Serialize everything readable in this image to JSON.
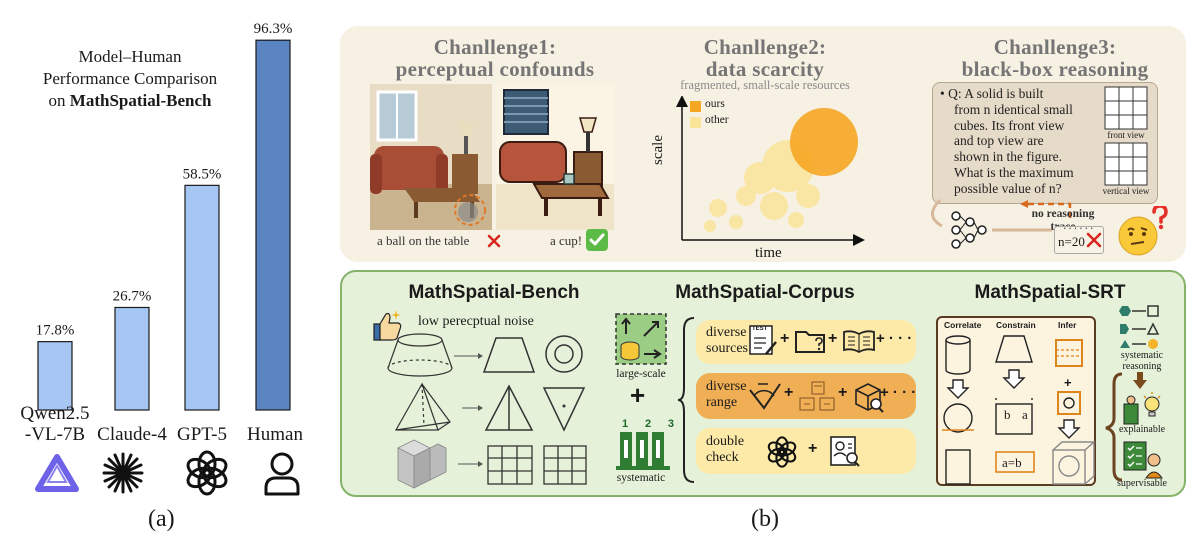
{
  "panel_a": {
    "subtitle_line1": "Model–Human",
    "subtitle_line2": "Performance Comparison",
    "subtitle_line3_prefix": "on",
    "subtitle_line3_bold": "MathSpatial-Bench",
    "caption": "(a)",
    "icons": [
      "qwen-logo-icon",
      "claude-logo-icon",
      "openai-logo-icon",
      "person-icon"
    ]
  },
  "chart_data": {
    "type": "bar",
    "categories": [
      "Qwen2.5\n-VL-7B",
      "Claude-4",
      "GPT-5",
      "Human"
    ],
    "values": [
      17.8,
      26.7,
      58.5,
      96.3
    ],
    "data_labels": [
      "17.8%",
      "26.7%",
      "58.5%",
      "96.3%"
    ],
    "ylim": [
      0,
      100
    ],
    "grid": false,
    "colors": [
      "#a6c6f3",
      "#a6c6f3",
      "#a6c6f3",
      "#5a84c2"
    ],
    "title": "",
    "xlabel": "",
    "ylabel": ""
  },
  "panel_b": {
    "caption": "(b)",
    "challenge1": {
      "title_line1": "Chanllenge1:",
      "title_line2": "perceptual confounds",
      "left_caption": "a ball on the table",
      "right_caption": "a cup!"
    },
    "challenge2": {
      "title_line1": "Chanllenge2:",
      "title_line2": "data scarcity",
      "subtitle": "fragmented, small-scale resources",
      "legend_ours": "ours",
      "legend_other": "other",
      "ylabel": "scale",
      "xlabel": "time",
      "color_ours": "#f5a623",
      "color_other": "#fae49a"
    },
    "challenge3": {
      "title_line1": "Chanllenge3:",
      "title_line2": "black-box reasoning",
      "question_lines": [
        "• Q: A solid is built",
        "from n identical small",
        "cubes. Its front view",
        "and top view are",
        "shown in the figure.",
        "What is the maximum",
        "possible value of n?"
      ],
      "front_view": "front view",
      "vertical_view": "vertical view",
      "trace_line1": "no reasoning",
      "trace_line2": "trace",
      "answer_dots": "......",
      "answer": "n=20"
    },
    "bench": {
      "title": "MathSpatial-Bench",
      "noise": "low perecptual noise"
    },
    "corpus": {
      "title": "MathSpatial-Corpus",
      "large_scale": "large-scale",
      "plus": "+",
      "systematic": "systematic",
      "numbers": [
        "1",
        "2",
        "3"
      ],
      "rows": [
        {
          "line1": "diverse",
          "line2": "sources"
        },
        {
          "line1": "diverse",
          "line2": "range"
        },
        {
          "line1": "double",
          "line2": "check"
        }
      ],
      "test_label": "TEST",
      "ellipsis": "+ · · ·",
      "row_color_1": "#fde9a8",
      "row_color_2": "#f0ae55",
      "row_color_3": "#fde9a8"
    },
    "srt": {
      "title": "MathSpatial-SRT",
      "correlate": "Correlate",
      "constrain": "Constrain",
      "infer": "Infer",
      "b_label": "b",
      "a_label": "a",
      "eq": "a=b",
      "plus": "+",
      "systematic_reasoning_1": "systematic",
      "systematic_reasoning_2": "reasoning",
      "explainable": "explainable",
      "supervisable": "supervisable",
      "infer_color": "#e0851c"
    }
  }
}
